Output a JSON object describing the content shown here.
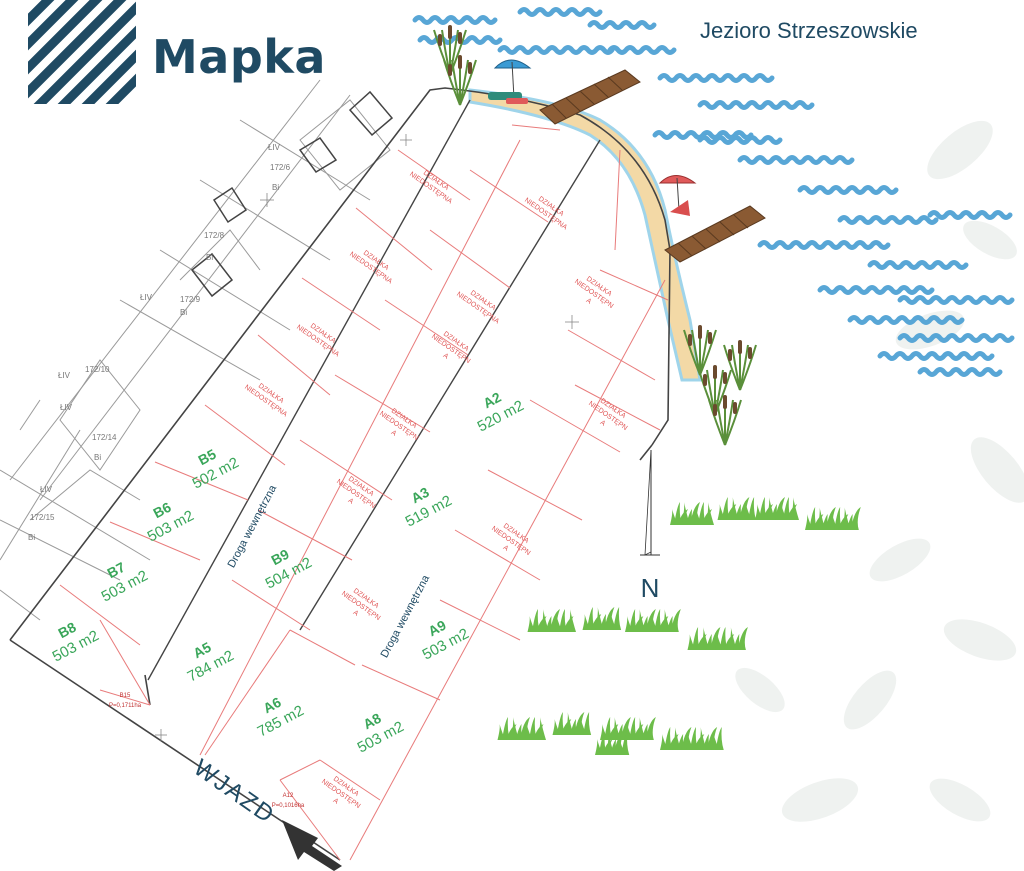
{
  "brand": {
    "name": "Mapka",
    "color": "#1f4a63"
  },
  "lake": {
    "name": "Jezioro Strzeszowskie",
    "water_color": "#58a6d6"
  },
  "colors": {
    "parcel_line": "#e87b7b",
    "dark_line": "#444444",
    "plot_label": "#3aa65a",
    "water": "#58a6d6",
    "grass": "#6dbd4a",
    "reed": "#6b4a2e",
    "sand": "#f3d9a6"
  },
  "compass": {
    "label": "N"
  },
  "entrance": {
    "label": "WJAZD"
  },
  "roads": [
    {
      "id": "road-1",
      "label": "Droga wewnętrzna"
    },
    {
      "id": "road-2",
      "label": "Droga wewnętrzna"
    }
  ],
  "plots": [
    {
      "id": "B5",
      "area": "502 m2"
    },
    {
      "id": "B6",
      "area": "503 m2"
    },
    {
      "id": "B7",
      "area": "503 m2"
    },
    {
      "id": "B8",
      "area": "503 m2"
    },
    {
      "id": "B9",
      "area": "504 m2"
    },
    {
      "id": "A2",
      "area": "520 m2"
    },
    {
      "id": "A3",
      "area": "519 m2"
    },
    {
      "id": "A5",
      "area": "784 m2"
    },
    {
      "id": "A6",
      "area": "785 m2"
    },
    {
      "id": "A8",
      "area": "503 m2"
    },
    {
      "id": "A9",
      "area": "503 m2"
    }
  ],
  "unavailable": {
    "line1": "DZIAŁKA",
    "line2_a": "NIEDOSTĘPNA",
    "line2_b": "NIEDOSTĘPN",
    "line3_b": "A"
  },
  "small_plots": [
    {
      "id": "B15",
      "area": "P=0,1711ha"
    },
    {
      "id": "A12",
      "area": "P=0,1016ha"
    }
  ],
  "cadastral": [
    {
      "label": "ŁIV"
    },
    {
      "label": "172/6"
    },
    {
      "label": "Bi"
    },
    {
      "label": "172/8"
    },
    {
      "label": "Bi"
    },
    {
      "label": "ŁIV"
    },
    {
      "label": "172/9"
    },
    {
      "label": "Bi"
    },
    {
      "label": "172/10"
    },
    {
      "label": "ŁIV"
    },
    {
      "label": "ŁIV"
    },
    {
      "label": "172/14"
    },
    {
      "label": "Bi"
    },
    {
      "label": "ŁIV"
    },
    {
      "label": "172/15"
    },
    {
      "label": "Bi"
    }
  ]
}
